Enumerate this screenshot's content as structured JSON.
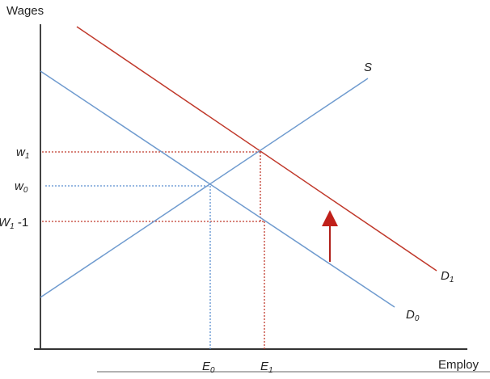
{
  "axes": {
    "y_label": "Wages",
    "x_label": "Employ"
  },
  "wage_labels": {
    "w1": {
      "base": "w",
      "sub": "1"
    },
    "w0": {
      "base": "w",
      "sub": "0"
    },
    "w1_minus_1": {
      "base": "W",
      "sub": "1",
      "suffix": " -1"
    }
  },
  "employment_labels": {
    "e0": {
      "base": "E",
      "sub": "0"
    },
    "e1": {
      "base": "E",
      "sub": "1"
    }
  },
  "curves": {
    "supply": {
      "label": "S",
      "color": "#6f9bcf"
    },
    "demand0": {
      "base": "D",
      "sub": "0",
      "color": "#6f9bcf"
    },
    "demand1": {
      "base": "D",
      "sub": "1",
      "color": "#c0392b"
    }
  },
  "arrow": {
    "direction": "up",
    "color": "#b0201a"
  },
  "colors": {
    "axis": "#333333",
    "blue_guide": "#5b8fd0",
    "red_guide": "#c0392b"
  }
}
